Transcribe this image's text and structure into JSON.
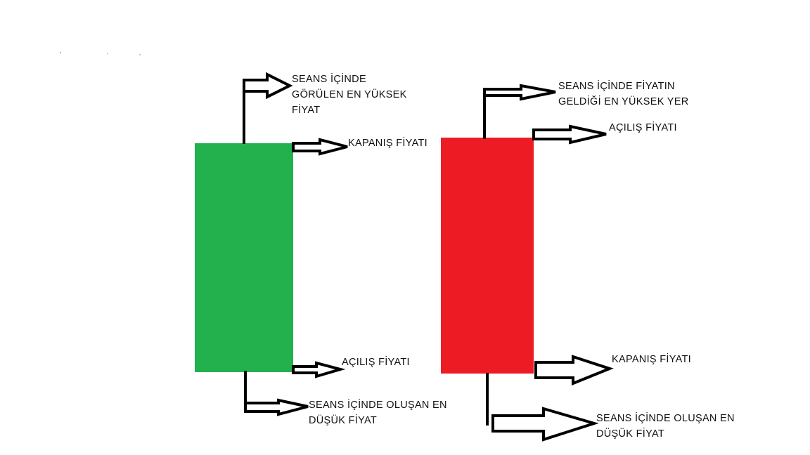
{
  "colors": {
    "bullish": "#22b14c",
    "bearish": "#ed1c24",
    "outline": "#000000"
  },
  "candles": [
    {
      "name": "bullish-candle",
      "labels": {
        "high": [
          "SEANS İÇİNDE",
          "GÖRÜLEN EN YÜKSEK",
          "FİYAT"
        ],
        "close": "KAPANIŞ FİYATI",
        "open": "AÇILIŞ FİYATI",
        "low": [
          "SEANS İÇİNDE OLUŞAN EN",
          "DÜŞÜK FİYAT"
        ]
      }
    },
    {
      "name": "bearish-candle",
      "labels": {
        "high": [
          "SEANS İÇİNDE FİYATIN",
          "GELDİĞİ EN YÜKSEK YER"
        ],
        "open": "AÇILIŞ FİYATI",
        "close": "KAPANIŞ FİYATI",
        "low": [
          "SEANS İÇİNDE OLUŞAN EN",
          "DÜŞÜK FİYAT"
        ]
      }
    }
  ]
}
